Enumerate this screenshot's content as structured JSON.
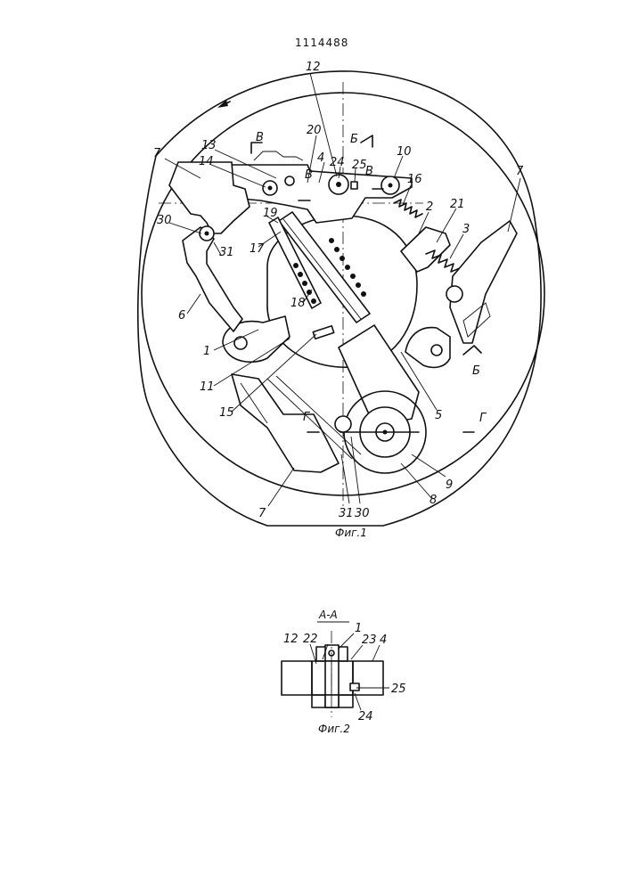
{
  "header": {
    "patent_number": "1114488"
  },
  "figure1": {
    "caption": "Фиг.1",
    "labels": {
      "l1": "1",
      "l2": "2",
      "l3": "3",
      "l4": "4",
      "l5": "5",
      "l6": "6",
      "l7a": "7",
      "l7b": "7",
      "l7c": "7",
      "l8": "8",
      "l9": "9",
      "l10": "10",
      "l11": "11",
      "l12": "12",
      "l13": "13",
      "l14": "14",
      "l15": "15",
      "l16": "16",
      "l17": "17",
      "l18": "18",
      "l19": "19",
      "l20": "20",
      "l21": "21",
      "l24": "24",
      "l25": "25",
      "l30a": "30",
      "l30b": "30",
      "l31a": "31",
      "l31b": "31"
    },
    "section_marks": {
      "b_top": "Б",
      "b_right": "Б",
      "v_left": "В",
      "v_right": "В",
      "v_mid": "В",
      "g_left": "Г",
      "g_right": "Г"
    }
  },
  "figure2": {
    "title": "А-А",
    "caption": "Фиг.2",
    "labels": {
      "l1": "1",
      "l4": "4",
      "l12": "12",
      "l22": "22",
      "l23": "23",
      "l24": "24",
      "l25": "25"
    }
  }
}
